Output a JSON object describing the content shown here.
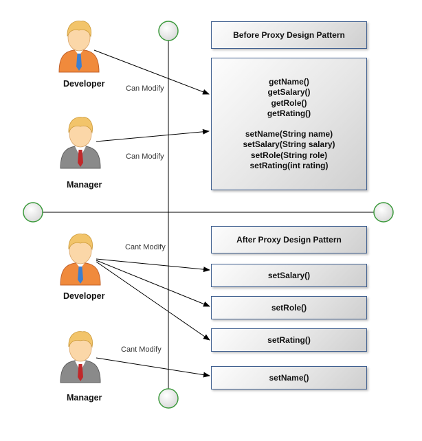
{
  "before": {
    "title": "Before Proxy Design Pattern",
    "getters": [
      "getName()",
      "getSalary()",
      "getRole()",
      "getRating()"
    ],
    "setters": [
      "setName(String name)",
      "setSalary(String salary)",
      "setRole(String role)",
      "setRating(int rating)"
    ],
    "developer_label": "Developer",
    "manager_label": "Manager",
    "developer_edge": "Can Modify",
    "manager_edge": "Can Modify"
  },
  "after": {
    "title": "After Proxy Design Pattern",
    "methods": [
      "setSalary()",
      "setRole()",
      "setRating()",
      "setName()"
    ],
    "developer_label": "Developer",
    "manager_label": "Manager",
    "developer_edge": "Cant Modify",
    "manager_edge": "Cant Modify"
  },
  "colors": {
    "developer_shirt": "#f08a3c",
    "manager_suit": "#8a8a8a",
    "hair": "#f2c46a",
    "skin": "#fbd7a8",
    "box_border": "#3f5f8f",
    "node_stroke": "#3c9a3c"
  }
}
